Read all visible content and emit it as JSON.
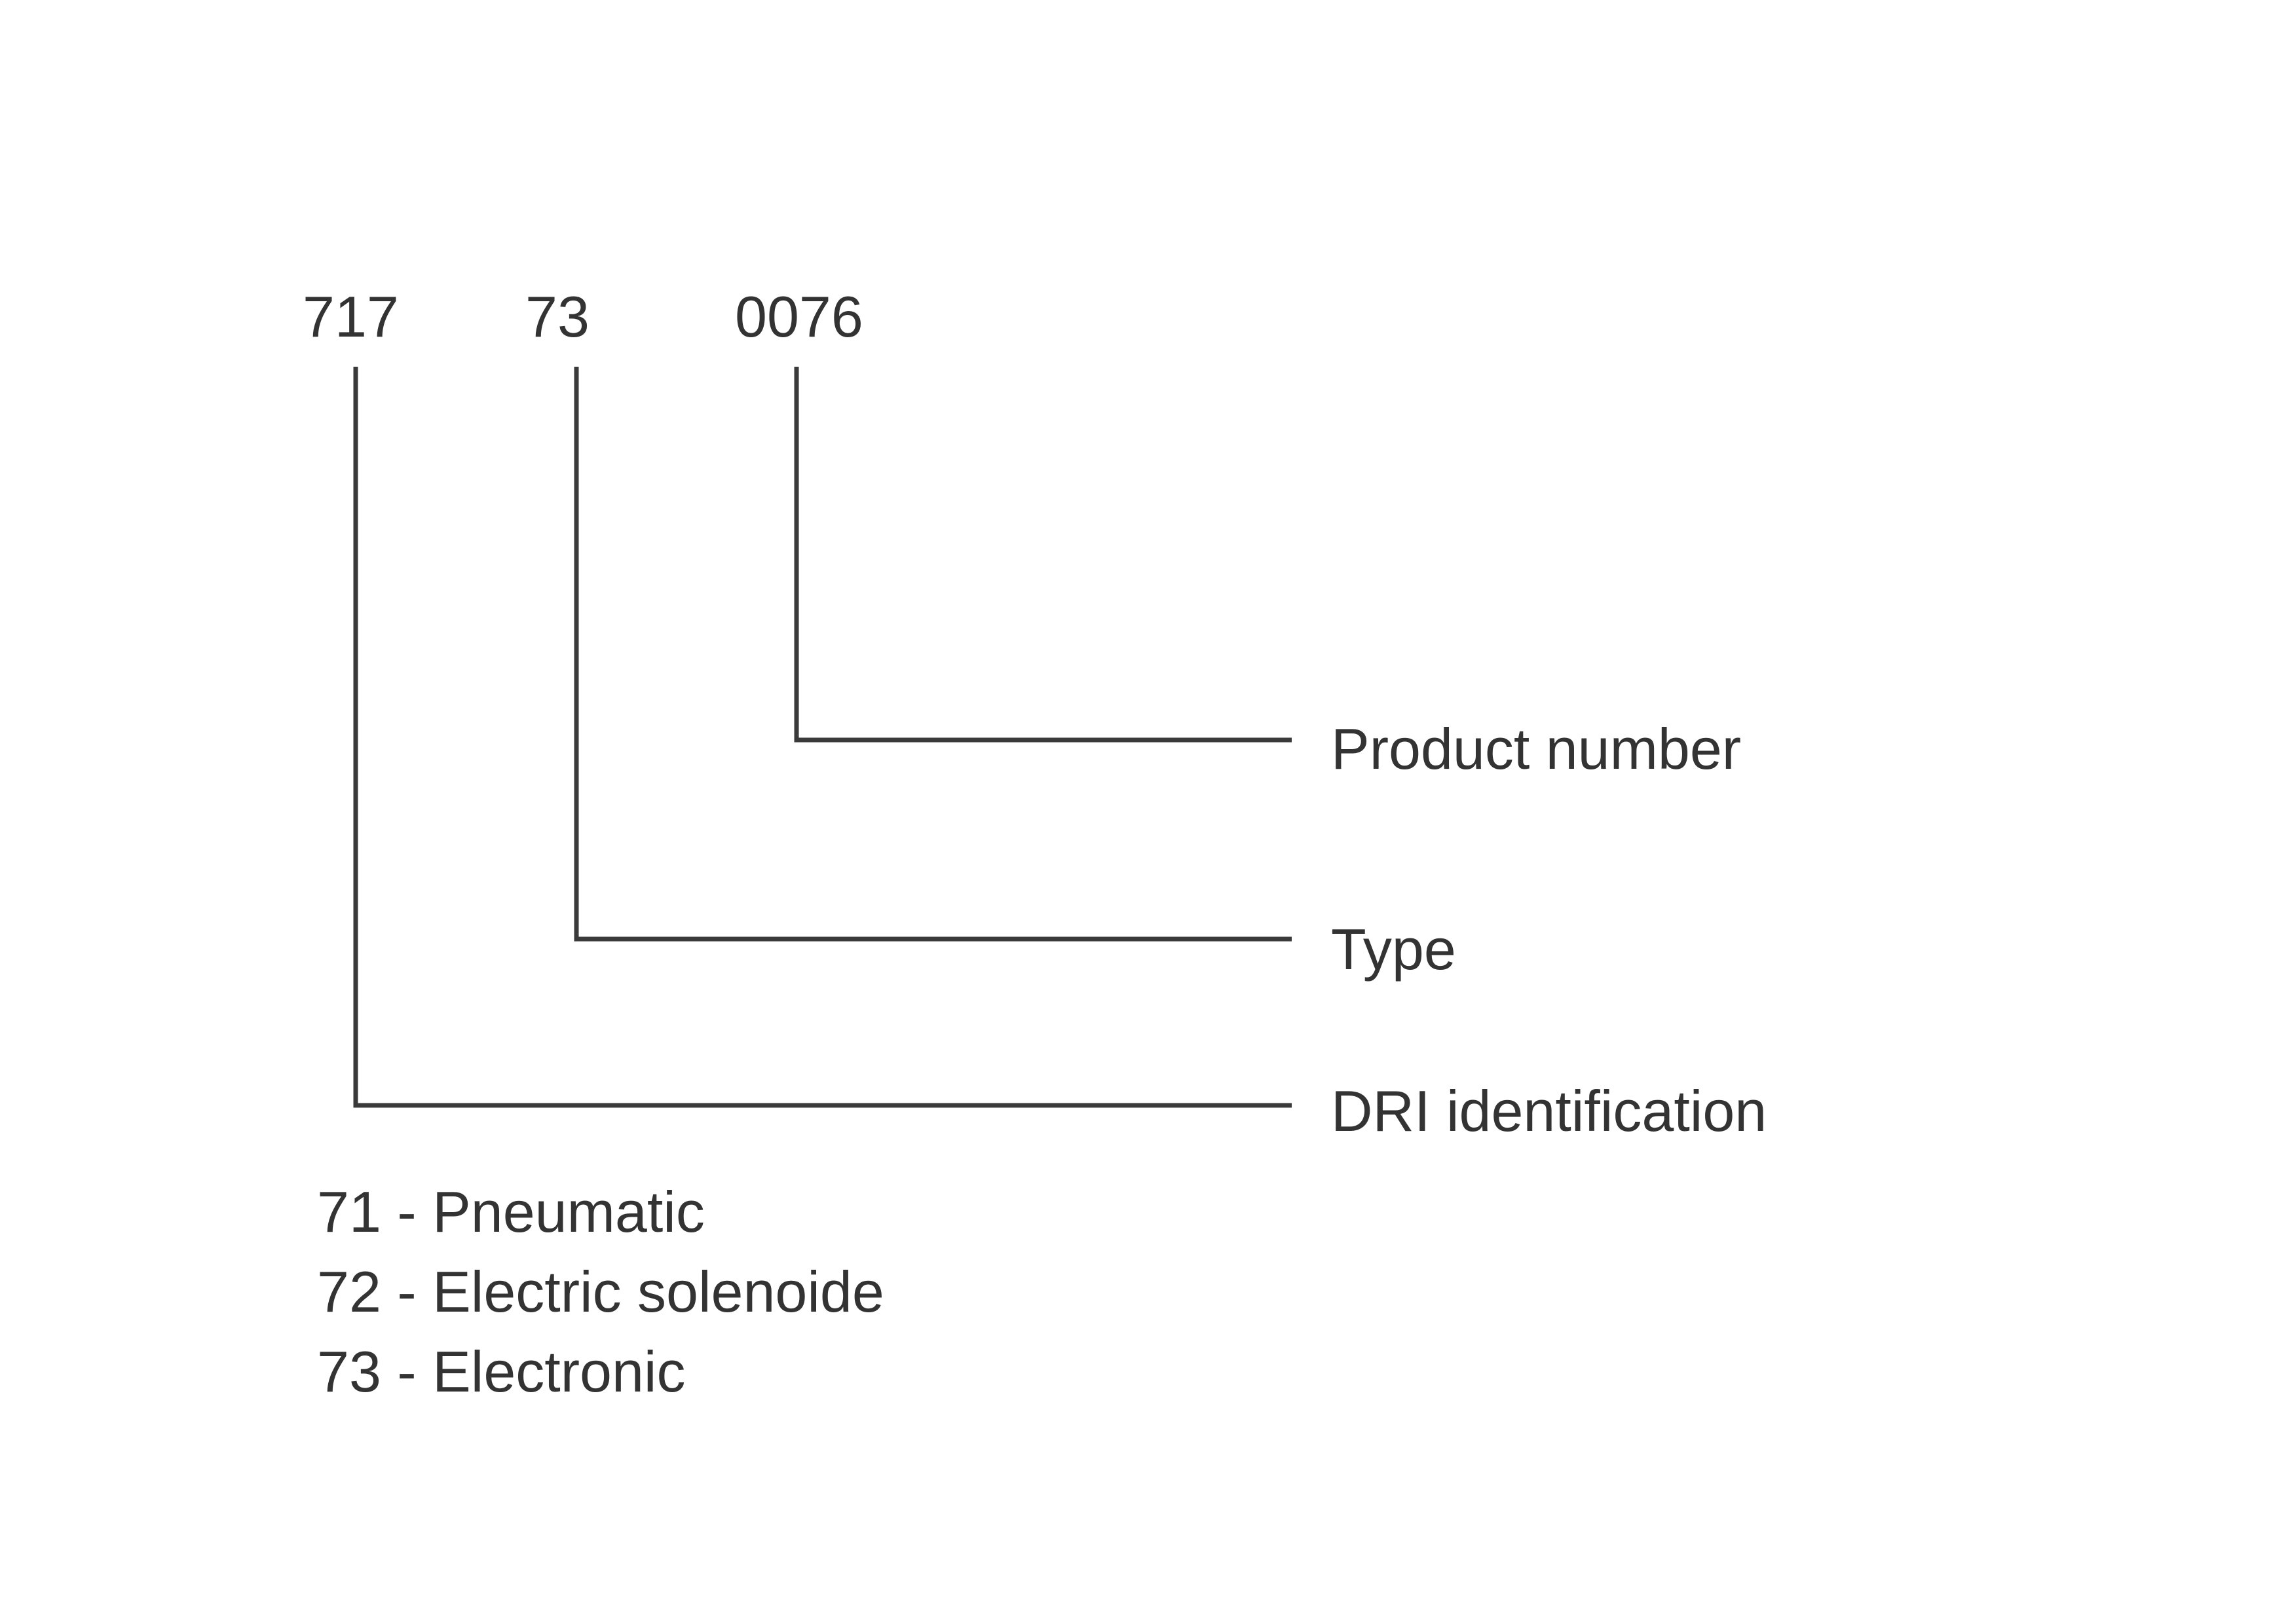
{
  "code_parts": [
    {
      "id": "dri",
      "text": "717"
    },
    {
      "id": "type",
      "text": "73"
    },
    {
      "id": "product",
      "text": "0076"
    }
  ],
  "fields": {
    "product": "Product number",
    "type": "Type",
    "dri": "DRI identification"
  },
  "type_legend": [
    "71 - Pneumatic",
    "72 - Electric solenoide",
    "73 - Electronic"
  ],
  "colors": {
    "line": "#3a3a3a",
    "text": "#333333",
    "background": "#ffffff"
  }
}
